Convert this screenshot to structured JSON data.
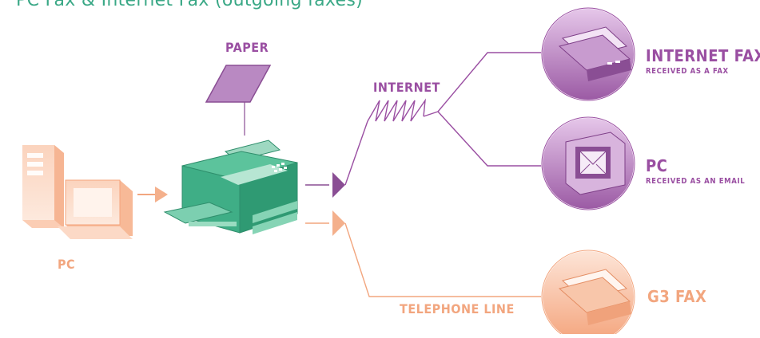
{
  "title": "PC Fax & Internet Fax (outgoing faxes)",
  "labels": {
    "paper": "PAPER",
    "internet": "INTERNET",
    "pc_source": "PC",
    "telephone_line": "TELEPHONE LINE",
    "internet_fax": "INTERNET FAX",
    "internet_fax_sub": "RECEIVED AS A FAX",
    "pc_dest": "PC",
    "pc_dest_sub": "RECEIVED AS AN EMAIL",
    "g3_fax": "G3 FAX"
  },
  "colors": {
    "title": "#3aa886",
    "purple": "#9a4fa2",
    "peach": "#f2a67f",
    "green": "#36a882"
  }
}
